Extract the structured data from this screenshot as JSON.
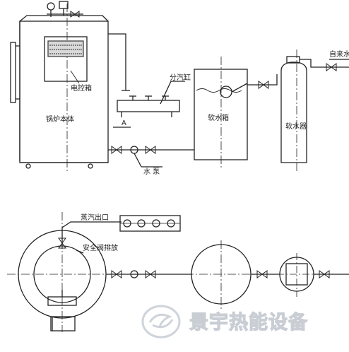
{
  "labels": {
    "control_box": "电控箱",
    "boiler_body": "锅炉本体",
    "manifold": "分汽缸",
    "soft_water_tank": "软水箱",
    "softener": "软水器",
    "tap_water": "自来水",
    "pump": "水 泵",
    "point_a": "A",
    "steam_outlet": "蒸汽出口",
    "safety_valve": "安全阀排放"
  },
  "watermark": {
    "text": "景宇热能设备",
    "color": "#c9ced4"
  },
  "colors": {
    "line": "#222222",
    "watermark_swirl": "#cfd4da"
  }
}
